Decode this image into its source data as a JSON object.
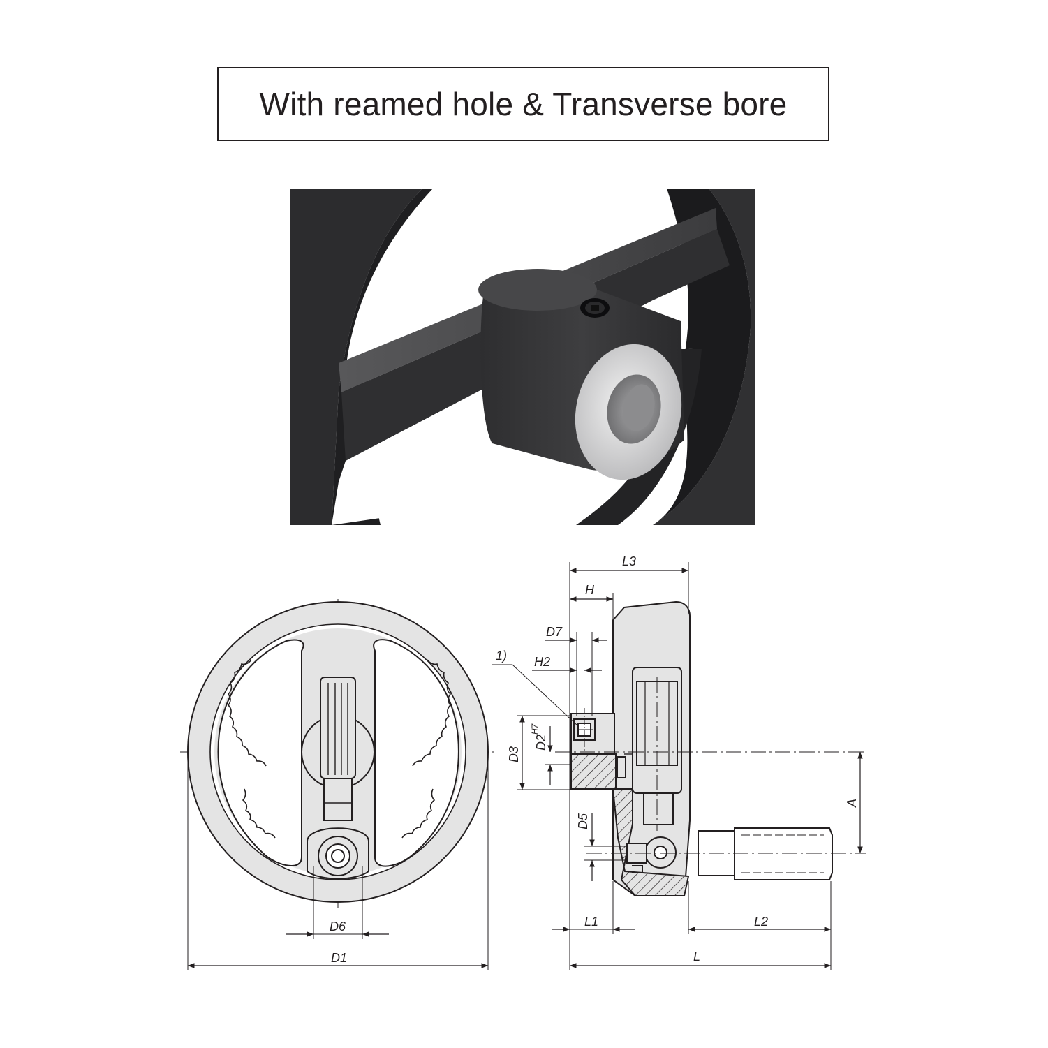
{
  "title": "With reamed hole & Transverse bore",
  "photo": {
    "icon": "handwheel-hub-photo-icon"
  },
  "front_view": {
    "labels": {
      "d6": "D6",
      "d1": "D1"
    }
  },
  "side_view": {
    "labels": {
      "l3": "L3",
      "h": "H",
      "d7": "D7",
      "note": "1)",
      "h2": "H2",
      "d3": "D3",
      "d2": "D2",
      "h7": "H7",
      "d5": "D5",
      "a": "A",
      "l1": "L1",
      "l2": "L2",
      "l": "L"
    }
  },
  "colors": {
    "line": "#231f20",
    "part_fill": "#e4e4e4",
    "photo_dark": "#2a2a2c",
    "bore_light": "#d8d8d8"
  }
}
